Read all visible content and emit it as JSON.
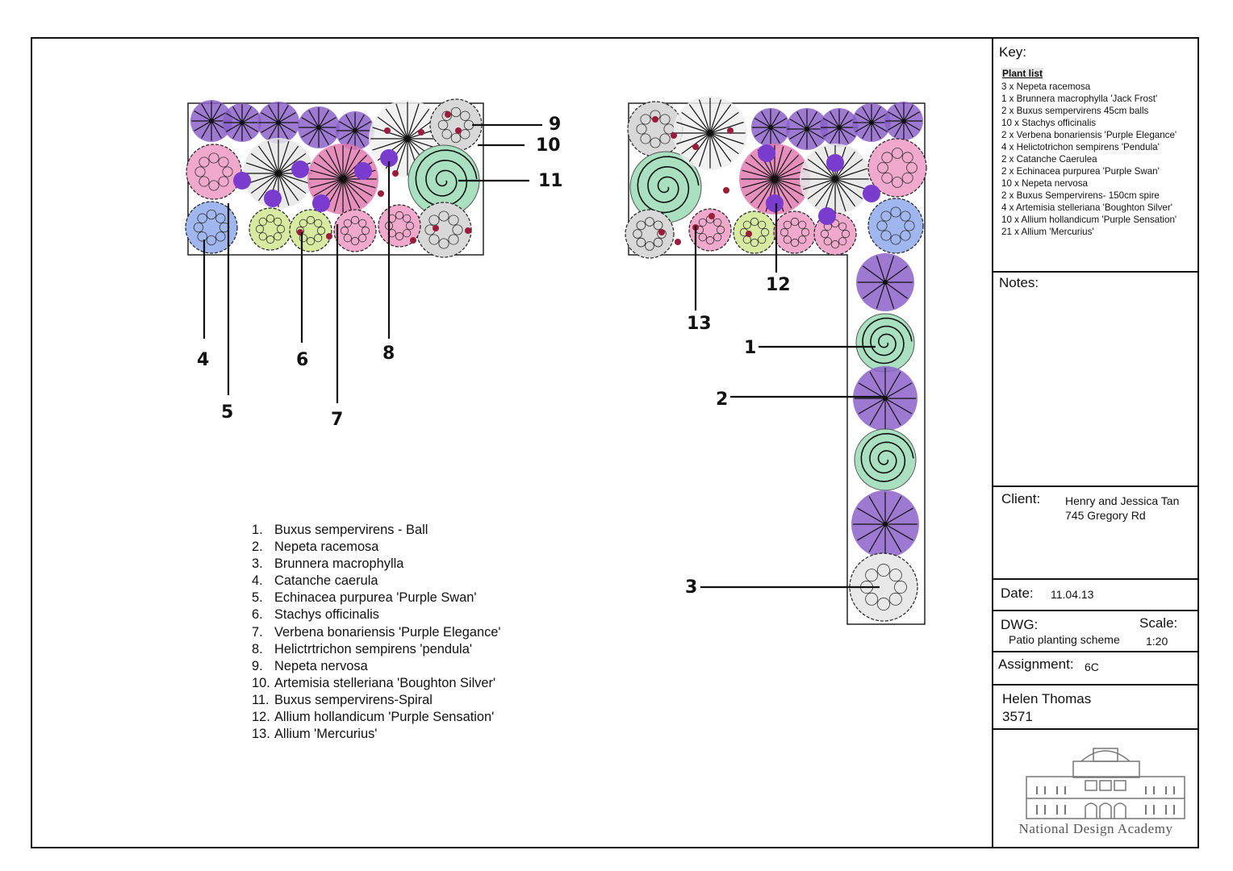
{
  "key": {
    "title": "Key:",
    "plant_list_heading": "Plant list",
    "plant_list": [
      "3 x Nepeta racemosa",
      "1 x Brunnera macrophylla 'Jack Frost'",
      "2 x Buxus sempervirens 45cm balls",
      "10 x Stachys officinalis",
      "2 x Verbena bonariensis 'Purple Elegance'",
      "4 x Helictotrichon sempirens 'Pendula'",
      "2 x Catanche Caerulea",
      "2 x Echinacea purpurea 'Purple Swan'",
      "10 x Nepeta nervosa",
      "2 x Buxus Sempervirens- 150cm spire",
      "4 x Artemisia stelleriana 'Boughton Silver'",
      "10 x Allium hollandicum 'Purple Sensation'",
      "21 x Allium 'Mercurius'"
    ]
  },
  "notes": {
    "title": "Notes:"
  },
  "client": {
    "label": "Client:",
    "name": "Henry and Jessica Tan",
    "address": "745 Gregory Rd"
  },
  "date": {
    "label": "Date:",
    "value": "11.04.13"
  },
  "dwg": {
    "label": "DWG:",
    "value": "Patio planting scheme",
    "scale_label": "Scale:",
    "scale_value": "1:20"
  },
  "assignment": {
    "label": "Assignment:",
    "value": "6C"
  },
  "author": {
    "name": "Helen Thomas",
    "id": "3571"
  },
  "logo": {
    "text": "National Design Academy"
  },
  "legend": [
    {
      "n": "1.",
      "name": "Buxus sempervirens - Ball"
    },
    {
      "n": "2.",
      "name": "Nepeta racemosa"
    },
    {
      "n": "3.",
      "name": "Brunnera macrophylla"
    },
    {
      "n": "4.",
      "name": "Catanche caerula"
    },
    {
      "n": "5.",
      "name": "Echinacea purpurea 'Purple Swan'"
    },
    {
      "n": "6.",
      "name": "Stachys officinalis"
    },
    {
      "n": "7.",
      "name": "Verbena bonariensis 'Purple Elegance'"
    },
    {
      "n": "8.",
      "name": "Helictrtrichon sempirens 'pendula'"
    },
    {
      "n": "9.",
      "name": "Nepeta nervosa"
    },
    {
      "n": "10.",
      "name": "Artemisia stelleriana 'Boughton Silver'"
    },
    {
      "n": "11.",
      "name": "Buxus sempervirens-Spiral"
    },
    {
      "n": "12.",
      "name": "Allium hollandicum 'Purple Sensation'"
    },
    {
      "n": "13.",
      "name": "Allium 'Mercurius'"
    }
  ],
  "callouts": [
    "1",
    "2",
    "3",
    "4",
    "5",
    "6",
    "7",
    "8",
    "9",
    "10",
    "11",
    "12",
    "13"
  ],
  "colors": {
    "nepeta": "#8c62c9",
    "echinacea": "#e37bb0",
    "stachys": "#f0a8cc",
    "buxus": "#a9e0c0",
    "artemisia": "#d8d8d8",
    "catanche": "#9fb6ee",
    "allium": "#7a3ccf",
    "mercurius": "#9b1b3a",
    "foliage": "#d8e9a0"
  }
}
